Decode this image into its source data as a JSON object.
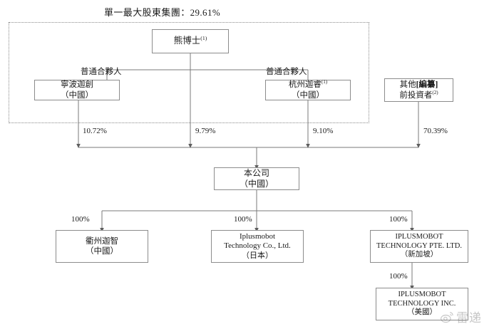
{
  "diagram": {
    "title": "單一最大股東集團：29.61%",
    "group_box_label": "single-largest-shareholder-group",
    "nodes": {
      "founder": {
        "line1": "熊博士",
        "sup": "(1)"
      },
      "gp_left_label": "普通合夥人",
      "gp_right_label": "普通合夥人",
      "ningbo": {
        "line1": "寧波迦創",
        "line2": "（中國）"
      },
      "hangzhou": {
        "line1": "杭州迦睿",
        "sup": "(1)",
        "line2": "（中國）"
      },
      "others": {
        "line1a": "其他",
        "line1b": "[編纂]",
        "line2": "前投資者",
        "sup": "(2)"
      },
      "company": {
        "line1": "本公司",
        "line2": "（中國）"
      },
      "quzhou": {
        "line1": "衢州迦智",
        "line2": "（中國）"
      },
      "japan": {
        "line1": "Iplusmobot",
        "line2": "Technology Co., Ltd.",
        "line3": "（日本）"
      },
      "singapore": {
        "line1": "IPLUSMOBOT",
        "line2": "TECHNOLOGY PTE. LTD.",
        "line3": "（新加坡）"
      },
      "usa": {
        "line1": "IPLUSMOBOT",
        "line2": "TECHNOLOGY INC.",
        "line3": "（美國）"
      }
    },
    "edge_labels": {
      "ningbo_pct": "10.72%",
      "hangzhou_via_founder_pct": "9.79%",
      "hangzhou_pct": "9.10%",
      "others_pct": "70.39%",
      "quzhou_pct": "100%",
      "japan_pct": "100%",
      "singapore_pct": "100%",
      "usa_pct": "100%"
    },
    "watermark": {
      "text": "雷递",
      "icon": "weibo-icon"
    },
    "colors": {
      "box_border": "#8c8c8c",
      "line": "#7a7a7a",
      "text": "#1a1a1a",
      "group_border": "#8a8a8a"
    }
  }
}
